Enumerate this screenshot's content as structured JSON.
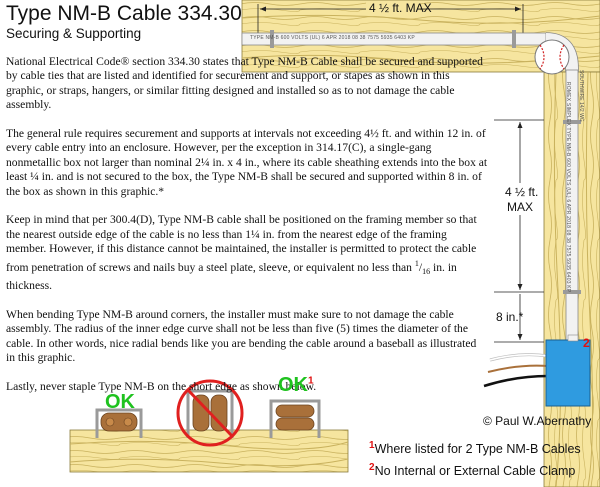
{
  "header": {
    "title": "Type NM-B Cable 334.30",
    "subtitle": "Securing & Supporting"
  },
  "paragraphs": {
    "p1": "National Electrical Code® section 334.30 states that Type NM-B Cable shall be secured and supported by cable ties that are listed and identified for securement and support, or stapes as shown in this graphic, or straps, hangers, or similar fitting designed and installed so as to not damage the cable assembly.",
    "p2": "The general rule requires securement and supports at intervals not exceeding 4½ ft. and within 12 in. of every cable entry into an enclosure. However, per the exception in 314.17(C), a single-gang nonmetallic box not larger than nominal 2¼ in. x 4 in., where its cable sheathing extends into the box at least ¼ in. and is not secured to the box, the Type NM-B shall be secured and supported within 8 in. of the box as shown in this graphic.*",
    "p3_start": "Keep in mind that per 300.4(D), Type NM-B cable shall be positioned on the framing member so that the nearest outside edge of the cable is no less than 1¼ in. from the nearest edge of the framing member. However, if this distance cannot be maintained, the installer is permitted to protect the cable from penetration of screws and nails buy a steel plate, sleeve, or equivalent no less than ",
    "p3_frac_num": "1",
    "p3_frac_den": "16",
    "p3_end": " in. in thickness.",
    "p4": "When bending Type NM-B around corners, the installer must make sure to not damage the cable assembly. The radius of the inner edge curve shall not be less than five (5) times the diameter of the cable. In other words, nice radial bends like you are bending the cable around a baseball as illustrated in this graphic.",
    "p5": "Lastly, never staple Type NM-B on the short edge as shown below."
  },
  "diagram": {
    "top_dimension": "4 ½ ft. MAX",
    "side_dimension_line1": "4 ½ ft.",
    "side_dimension_line2": "MAX",
    "box_dimension": "8 in.*",
    "cable_print_top": "TYPE NM-B 600 VOLTS (UL) 6 APR 2018 08 38 7575 5935 6403 KP",
    "cable_print_side": "ROMEX SIMPLEX TYPE NM-B 600 VOLTS (UL) 6 APR 2018 08 38 7575 5935 6403 KP",
    "cable_print_curve": "SOUTHWIRE 14/2 WG",
    "box_marker": "2",
    "colors": {
      "wood": "#f6e59f",
      "wood_grain": "#c9b25e",
      "cable": "#f2f2f2",
      "box": "#2f9be0",
      "staple": "#9a9a9a",
      "cable_core": "#a9703a",
      "prohibit": "#e0201f",
      "ok_green": "#1fc21f",
      "marker_red": "#e01010"
    }
  },
  "examples": {
    "ok1_label": "OK",
    "ok2_label": "OK",
    "ok2_marker": "1"
  },
  "notes": {
    "copyright": "© Paul W.Abernathy",
    "n1_marker": "1",
    "n1_text": "Where listed for 2 Type NM-B Cables",
    "n2_marker": "2",
    "n2_text": "No Internal or External Cable Clamp"
  }
}
